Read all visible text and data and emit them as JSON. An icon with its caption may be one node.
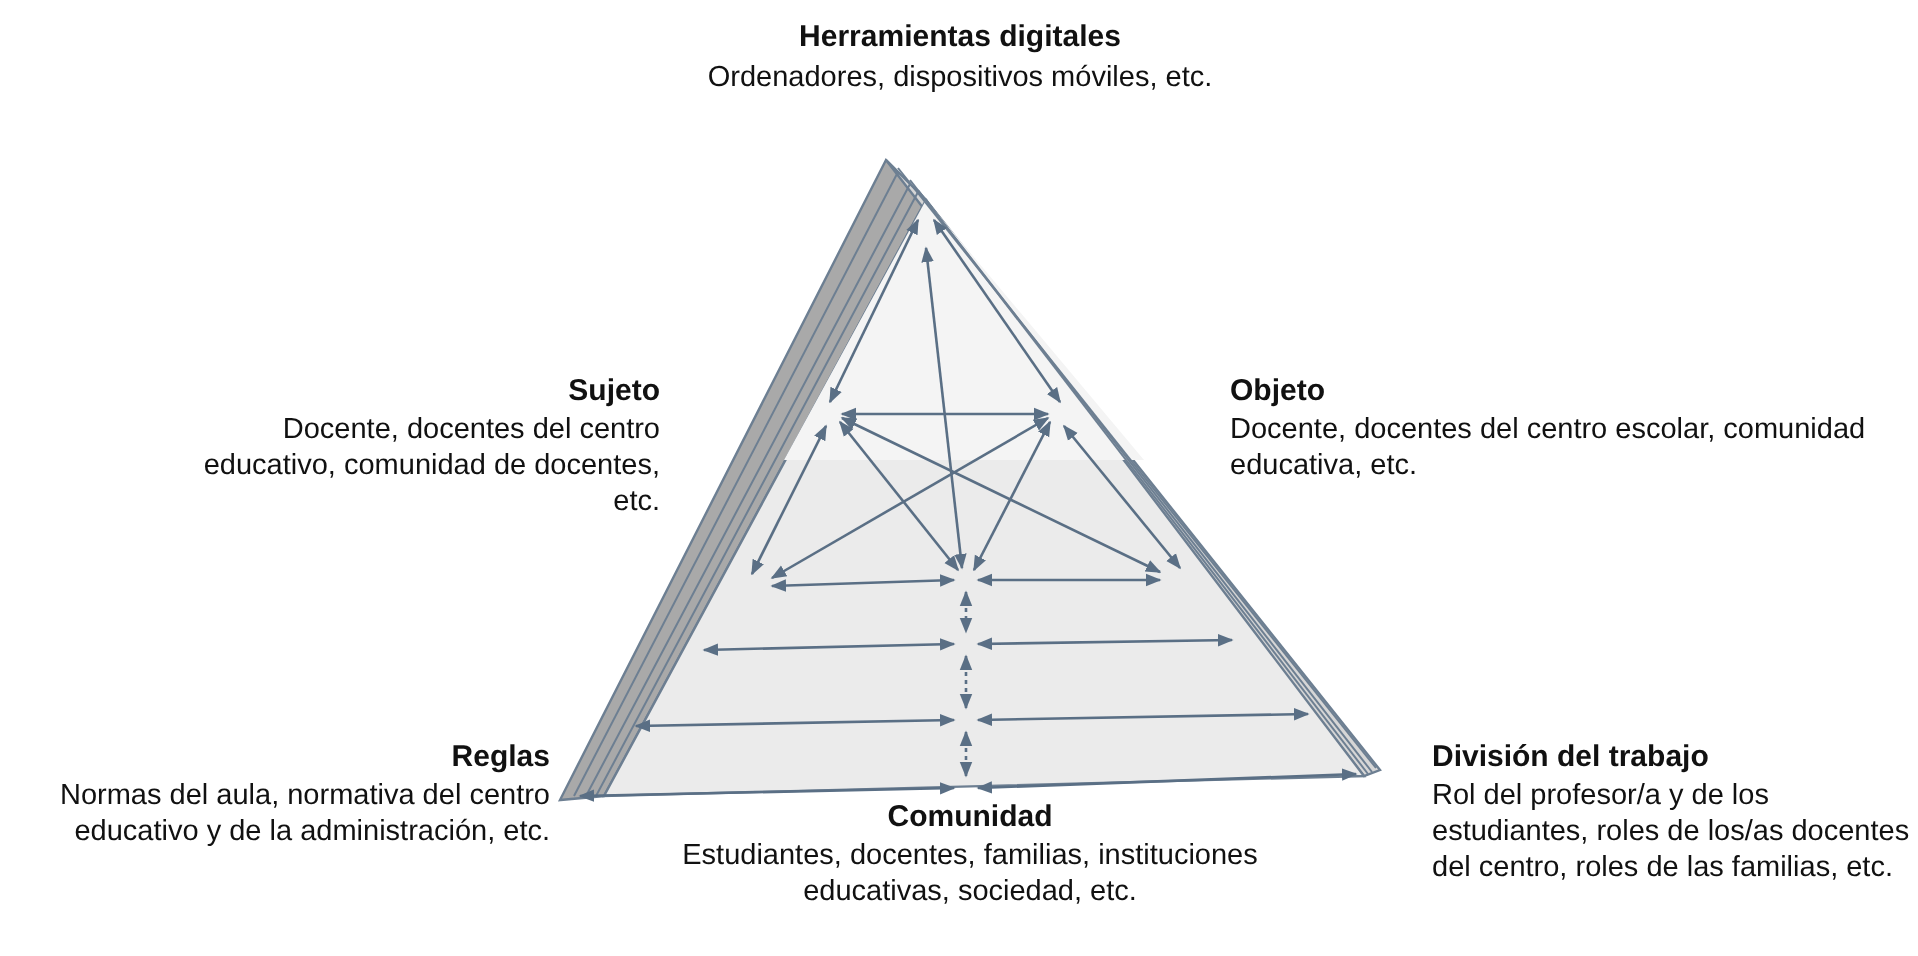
{
  "diagram": {
    "labels": [
      "Herramientas digitales",
      "Ordenadores, dispositivos móviles, etc.",
      "Sujeto",
      "Docente, docentes del centro educativo, comunidad de docentes, etc.",
      "Objeto",
      "Docente, docentes del centro escolar, comunidad educativa, etc.",
      "Reglas",
      "Normas del aula, normativa del centro educativo y de la administración, etc.",
      "División del trabajo",
      "Rol del profesor/a y de los estudiantes, roles de los/as docentes del centro, roles de las familias, etc.",
      "Comunidad",
      "Estudiantes, docentes, familias, instituciones educativas, sociedad, etc."
    ]
  }
}
